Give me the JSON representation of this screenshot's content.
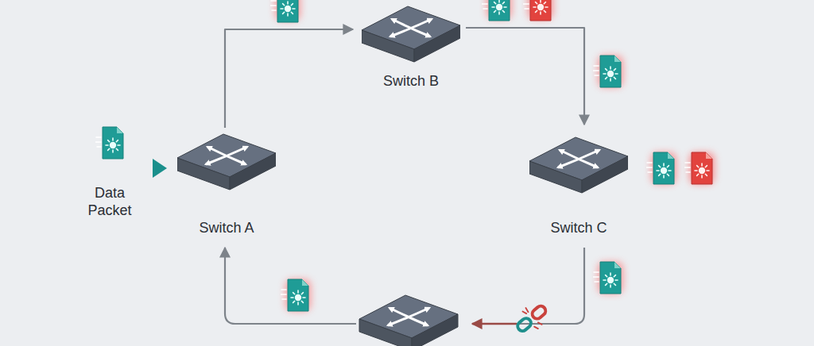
{
  "diagram": {
    "nodes": [
      {
        "text": [
          "Switch A"
        ]
      },
      {
        "text": [
          "Switch B"
        ]
      },
      {
        "text": [
          "Switch C"
        ]
      }
    ],
    "edges": [
      {
        "from": 0,
        "to": 1,
        "arrow": "to"
      },
      {
        "from": 1,
        "to": 2,
        "arrow": "to"
      }
    ],
    "labels": [
      "Data Packet"
    ]
  }
}
